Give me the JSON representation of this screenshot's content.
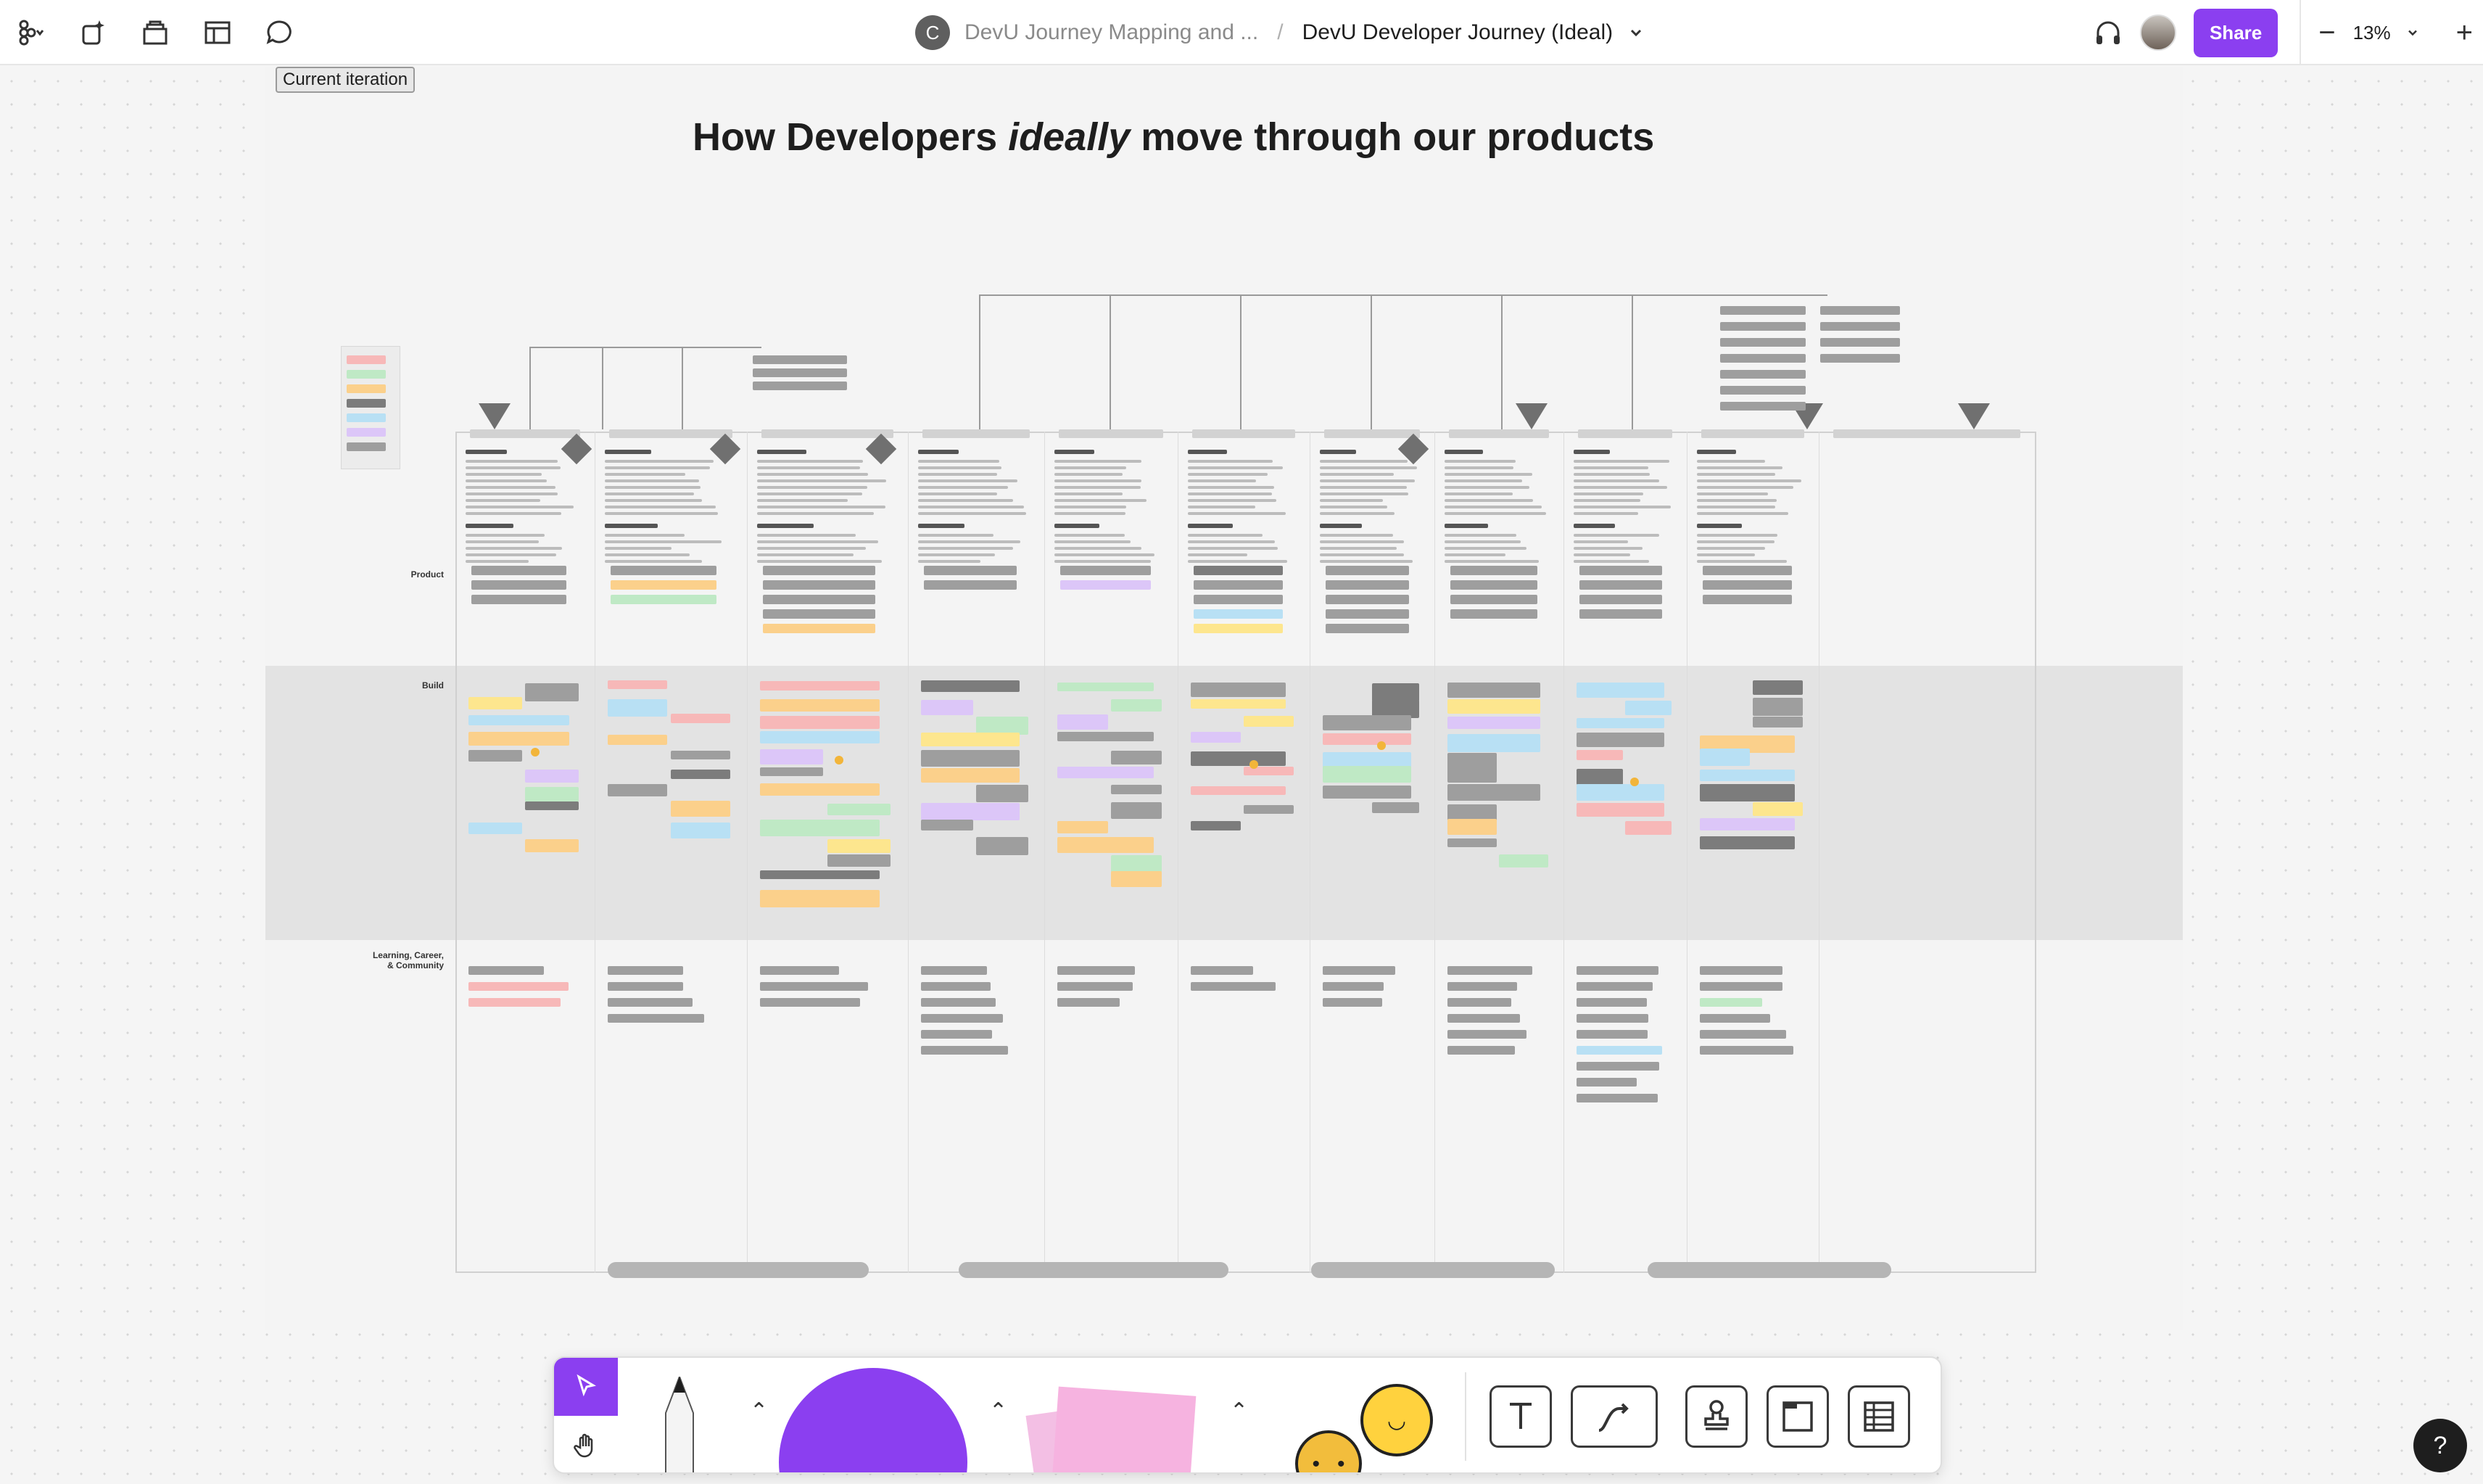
{
  "topbar": {
    "team_initial": "C",
    "team_name": "DevU Journey Mapping and ...",
    "separator": "/",
    "file_name": "DevU Developer Journey (Ideal)",
    "share_label": "Share",
    "zoom": "13%",
    "zoom_out": "−",
    "zoom_in": "+"
  },
  "board": {
    "iteration_tag": "Current iteration",
    "title_before": "How Developers ",
    "title_emphasis": "ideally",
    "title_after": " move through our products",
    "lanes": [
      "Product",
      "Build",
      "Learning, Career,\n& Community"
    ]
  },
  "icons": {
    "menu": "figma-menu-icon",
    "ai": "ai-sparkle-icon",
    "library": "library-icon",
    "layout": "layout-icon",
    "comment": "comment-icon",
    "headphones": "headphones-icon",
    "select": "cursor-icon",
    "hand": "hand-icon",
    "text": "text-tool-icon",
    "connector": "connector-tool-icon",
    "stamp": "stamp-icon",
    "section": "section-icon",
    "table": "table-icon"
  },
  "colors": {
    "accent": "#8b3ff0",
    "sticky_yellow": "#fde68e",
    "sticky_gray": "#9e9e9e",
    "sticky_green": "#bfe9c5",
    "sticky_blue": "#b8e0f4",
    "sticky_pink": "#f7b8b8",
    "sticky_purple": "#dcc6f8"
  },
  "help": "?"
}
